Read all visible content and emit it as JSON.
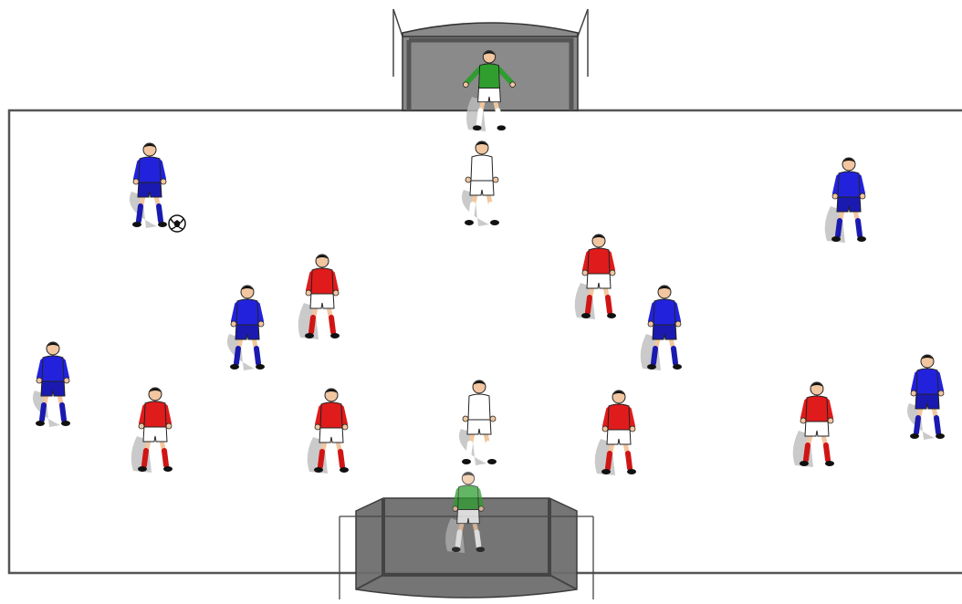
{
  "diagram": {
    "kind": "soccer-drill-field",
    "field": {
      "line_color": "#555555",
      "surface_color": "#ffffff"
    },
    "goals": [
      {
        "name": "top-goal",
        "color": "#8a8a8a"
      },
      {
        "name": "bottom-goal",
        "color": "#6e6e6e"
      }
    ],
    "ball": {
      "name": "soccer-ball"
    },
    "teams": {
      "blue": {
        "shirt": "#2222dd",
        "shorts": "#1a1ab0",
        "socks": "#1a1ab0",
        "skin": "#f1c6a0"
      },
      "red": {
        "shirt": "#e01b1b",
        "shorts": "#ffffff",
        "socks": "#d01515",
        "skin": "#f1c6a0"
      },
      "white": {
        "shirt": "#ffffff",
        "shorts": "#ffffff",
        "socks": "#ffffff",
        "skin": "#f1c6a0"
      },
      "goalkeeper": {
        "shirt": "#2f9e2f",
        "shorts": "#ffffff",
        "socks": "#ffffff",
        "skin": "#f1c6a0"
      }
    },
    "players": [
      {
        "team": "goalkeeper",
        "role": "goalkeeper-top"
      },
      {
        "team": "blue",
        "role": "blue-player-1"
      },
      {
        "team": "white",
        "role": "white-player-1"
      },
      {
        "team": "blue",
        "role": "blue-player-2"
      },
      {
        "team": "red",
        "role": "red-player-1"
      },
      {
        "team": "red",
        "role": "red-player-2"
      },
      {
        "team": "blue",
        "role": "blue-player-3"
      },
      {
        "team": "blue",
        "role": "blue-player-4"
      },
      {
        "team": "blue",
        "role": "blue-player-5"
      },
      {
        "team": "red",
        "role": "red-player-3"
      },
      {
        "team": "red",
        "role": "red-player-4"
      },
      {
        "team": "white",
        "role": "white-player-2"
      },
      {
        "team": "red",
        "role": "red-player-5"
      },
      {
        "team": "red",
        "role": "red-player-6"
      },
      {
        "team": "blue",
        "role": "blue-player-6"
      },
      {
        "team": "goalkeeper",
        "role": "goalkeeper-bottom"
      }
    ]
  }
}
